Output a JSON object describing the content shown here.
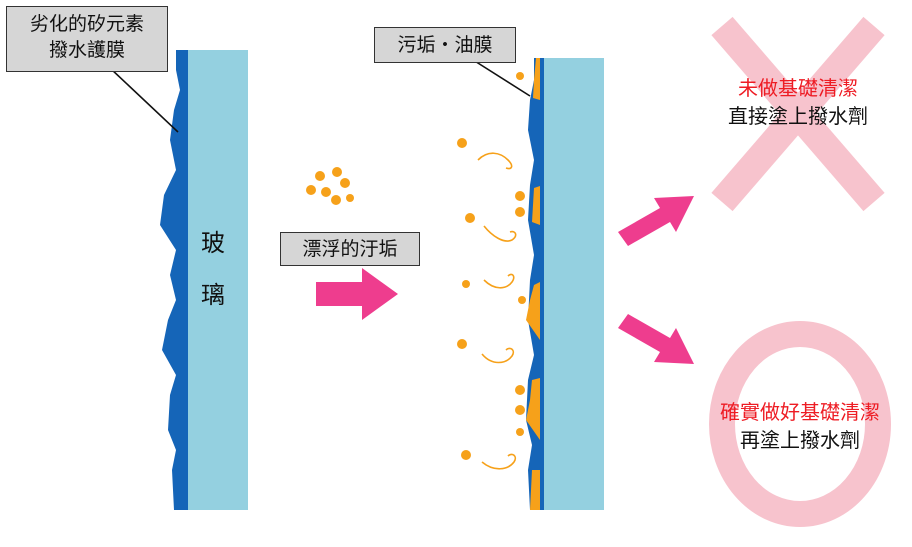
{
  "labels": {
    "degraded_film_line1": "劣化的矽元素",
    "degraded_film_line2": "撥水護膜",
    "floating_dirt": "漂浮的汙垢",
    "dirt_oil_film": "污垢・油膜",
    "glass_char1": "玻",
    "glass_char2": "璃",
    "no_cleaning_line1": "未做基礎清潔",
    "no_cleaning_line2": "直接塗上撥水劑",
    "with_cleaning_line1": "確實做好基礎清潔",
    "with_cleaning_line2": "再塗上撥水劑"
  },
  "colors": {
    "glass": "#94d0e0",
    "film": "#1565b8",
    "dirt": "#f6a11a",
    "arrow": "#ee3d8e",
    "mark": "#f7c3cd",
    "warning_text": "#ee1c24",
    "text": "#111111"
  },
  "icons": {
    "cross": "cross-mark-icon",
    "circle": "circle-mark-icon",
    "particle": "dirt-particle-icon"
  }
}
